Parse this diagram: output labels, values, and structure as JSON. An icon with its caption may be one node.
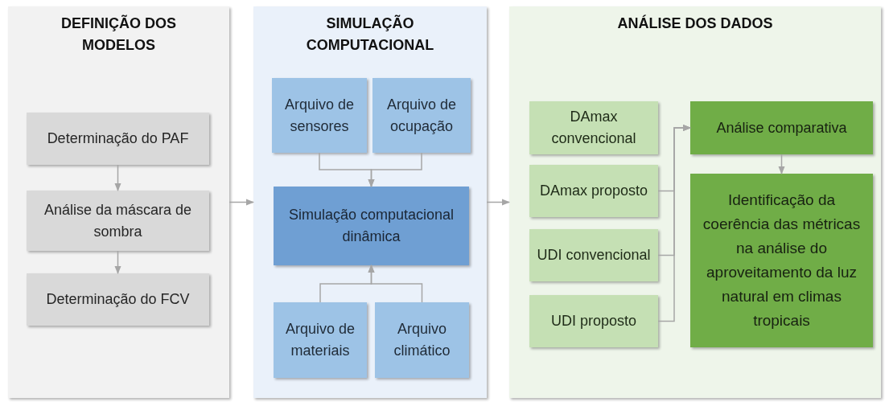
{
  "diagram": {
    "nodes": [
      {
        "text": [
          "DEFINIÇÃO DOS MODELOS"
        ]
      },
      {
        "text": [
          "Determinação do PAF"
        ],
        "in": 0
      },
      {
        "text": [
          "Análise da máscara de sombra"
        ],
        "in": 0
      },
      {
        "text": [
          "Determinação do FCV"
        ],
        "in": 0
      },
      {
        "text": [
          "SIMULAÇÃO COMPUTACIONAL"
        ]
      },
      {
        "text": [
          "Arquivo de sensores"
        ],
        "in": 4
      },
      {
        "text": [
          "Arquivo de ocupação"
        ],
        "in": 4
      },
      {
        "text": [
          "Simulação computacional dinâmica"
        ],
        "in": 4
      },
      {
        "text": [
          "Arquivo de materiais"
        ],
        "in": 4
      },
      {
        "text": [
          "Arquivo climático"
        ],
        "in": 4
      },
      {
        "text": [
          "ANÁLISE DOS DADOS"
        ]
      },
      {
        "text": [
          "DAmax convencional"
        ],
        "in": 10
      },
      {
        "text": [
          "DAmax proposto"
        ],
        "in": 10
      },
      {
        "text": [
          "UDI convencional"
        ],
        "in": 10
      },
      {
        "text": [
          "UDI proposto"
        ],
        "in": 10
      },
      {
        "text": [
          "Análise comparativa"
        ],
        "in": 10
      },
      {
        "text": [
          "Identificação da coerência das métricas na análise do aproveitamento da luz natural em climas tropicais"
        ],
        "in": 10
      }
    ],
    "edges": [
      {
        "from": 1,
        "to": 2,
        "arrow": "to"
      },
      {
        "from": 2,
        "to": 3,
        "arrow": "to"
      },
      {
        "from": 0,
        "to": 4,
        "arrow": "to"
      },
      {
        "from": 5,
        "to": 7,
        "arrow": "to"
      },
      {
        "from": 6,
        "to": 7,
        "arrow": "to"
      },
      {
        "from": 8,
        "to": 7,
        "arrow": "to"
      },
      {
        "from": 9,
        "to": 7,
        "arrow": "to"
      },
      {
        "from": 4,
        "to": 10,
        "arrow": "to"
      },
      {
        "from": 12,
        "to": 15,
        "arrow": "to"
      },
      {
        "from": 13,
        "to": 15,
        "arrow": "to"
      },
      {
        "from": 14,
        "to": 15,
        "arrow": "to"
      },
      {
        "from": 15,
        "to": 16,
        "arrow": "to"
      }
    ]
  }
}
